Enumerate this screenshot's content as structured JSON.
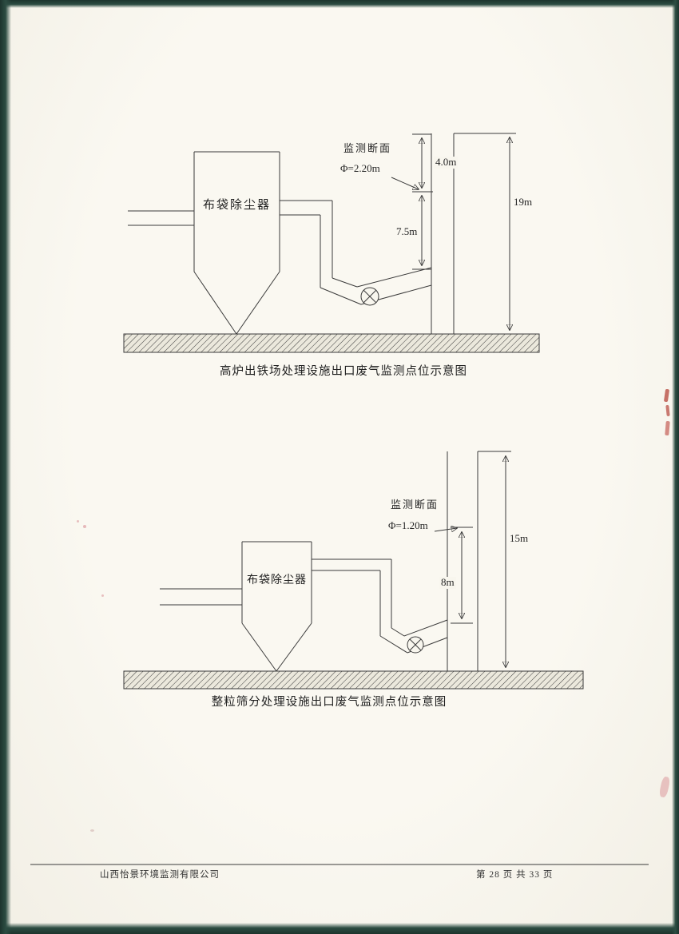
{
  "page": {
    "footer": {
      "company": "山西怡景环境监测有限公司",
      "page_info": "第 28 页 共 33 页"
    }
  },
  "diagram_top": {
    "caption": "高炉出铁场处理设施出口废气监测点位示意图",
    "device_label": "布袋除尘器",
    "monitor_section_label": "监测断面",
    "diameter_label": "Φ=2.20m",
    "dim_upper": "4.0m",
    "dim_lower": "7.5m",
    "dim_total_height": "19m"
  },
  "diagram_bottom": {
    "caption": "整粒筛分处理设施出口废气监测点位示意图",
    "device_label": "布袋除尘器",
    "monitor_section_label": "监测断面",
    "diameter_label": "Φ=1.20m",
    "dim_lower": "8m",
    "dim_total_height": "15m"
  },
  "colors": {
    "paper": "#f8f6ee",
    "ink": "#3a3a3a",
    "scan_edge": "#2c4c42",
    "artifact_red": "#b5443a",
    "artifact_pink": "#d98f96"
  }
}
